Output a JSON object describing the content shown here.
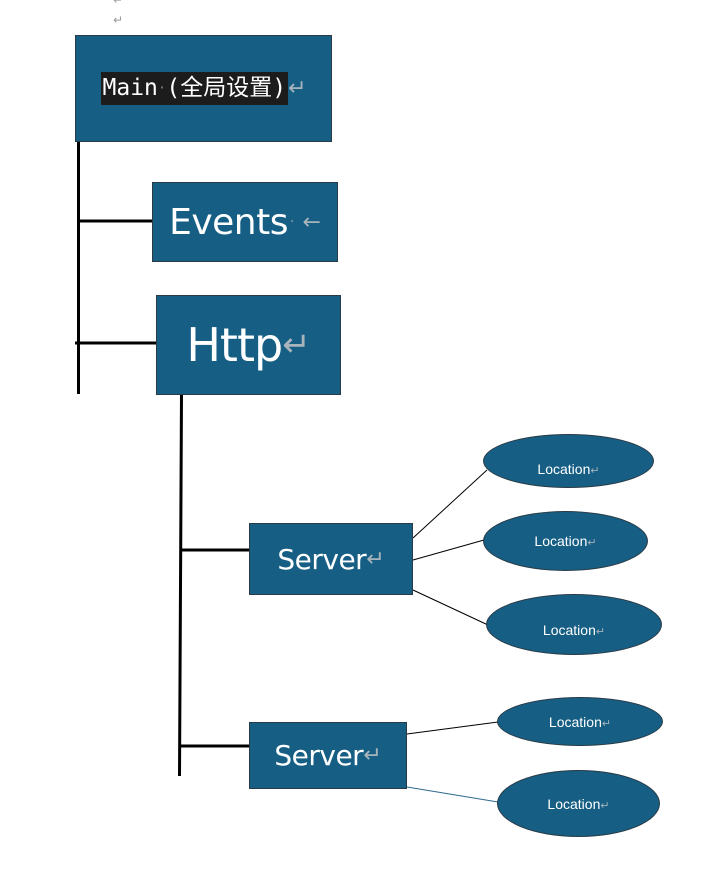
{
  "paragraph_mark": "↵",
  "main": {
    "label_left": "Main",
    "dot": "·",
    "label_right": "(全局设置)",
    "mark": "↵"
  },
  "events": {
    "label": "Events",
    "dot": "·",
    "mark": "←"
  },
  "http": {
    "label": "Http",
    "mark": "↵"
  },
  "servers": [
    {
      "label": "Server",
      "mark": "↵"
    },
    {
      "label": "Server",
      "mark": "↵"
    }
  ],
  "locations": [
    {
      "label": "Location",
      "mark": "↵"
    },
    {
      "label": "Location",
      "mark": "↵"
    },
    {
      "label": "Location",
      "mark": "↵"
    },
    {
      "label": "Location",
      "mark": "↵"
    },
    {
      "label": "Location",
      "mark": "↵"
    }
  ],
  "colors": {
    "box_fill": "#165e83",
    "box_border": "#2a3b46",
    "connector": "#000000",
    "connector_blue": "#2f6a8f"
  }
}
